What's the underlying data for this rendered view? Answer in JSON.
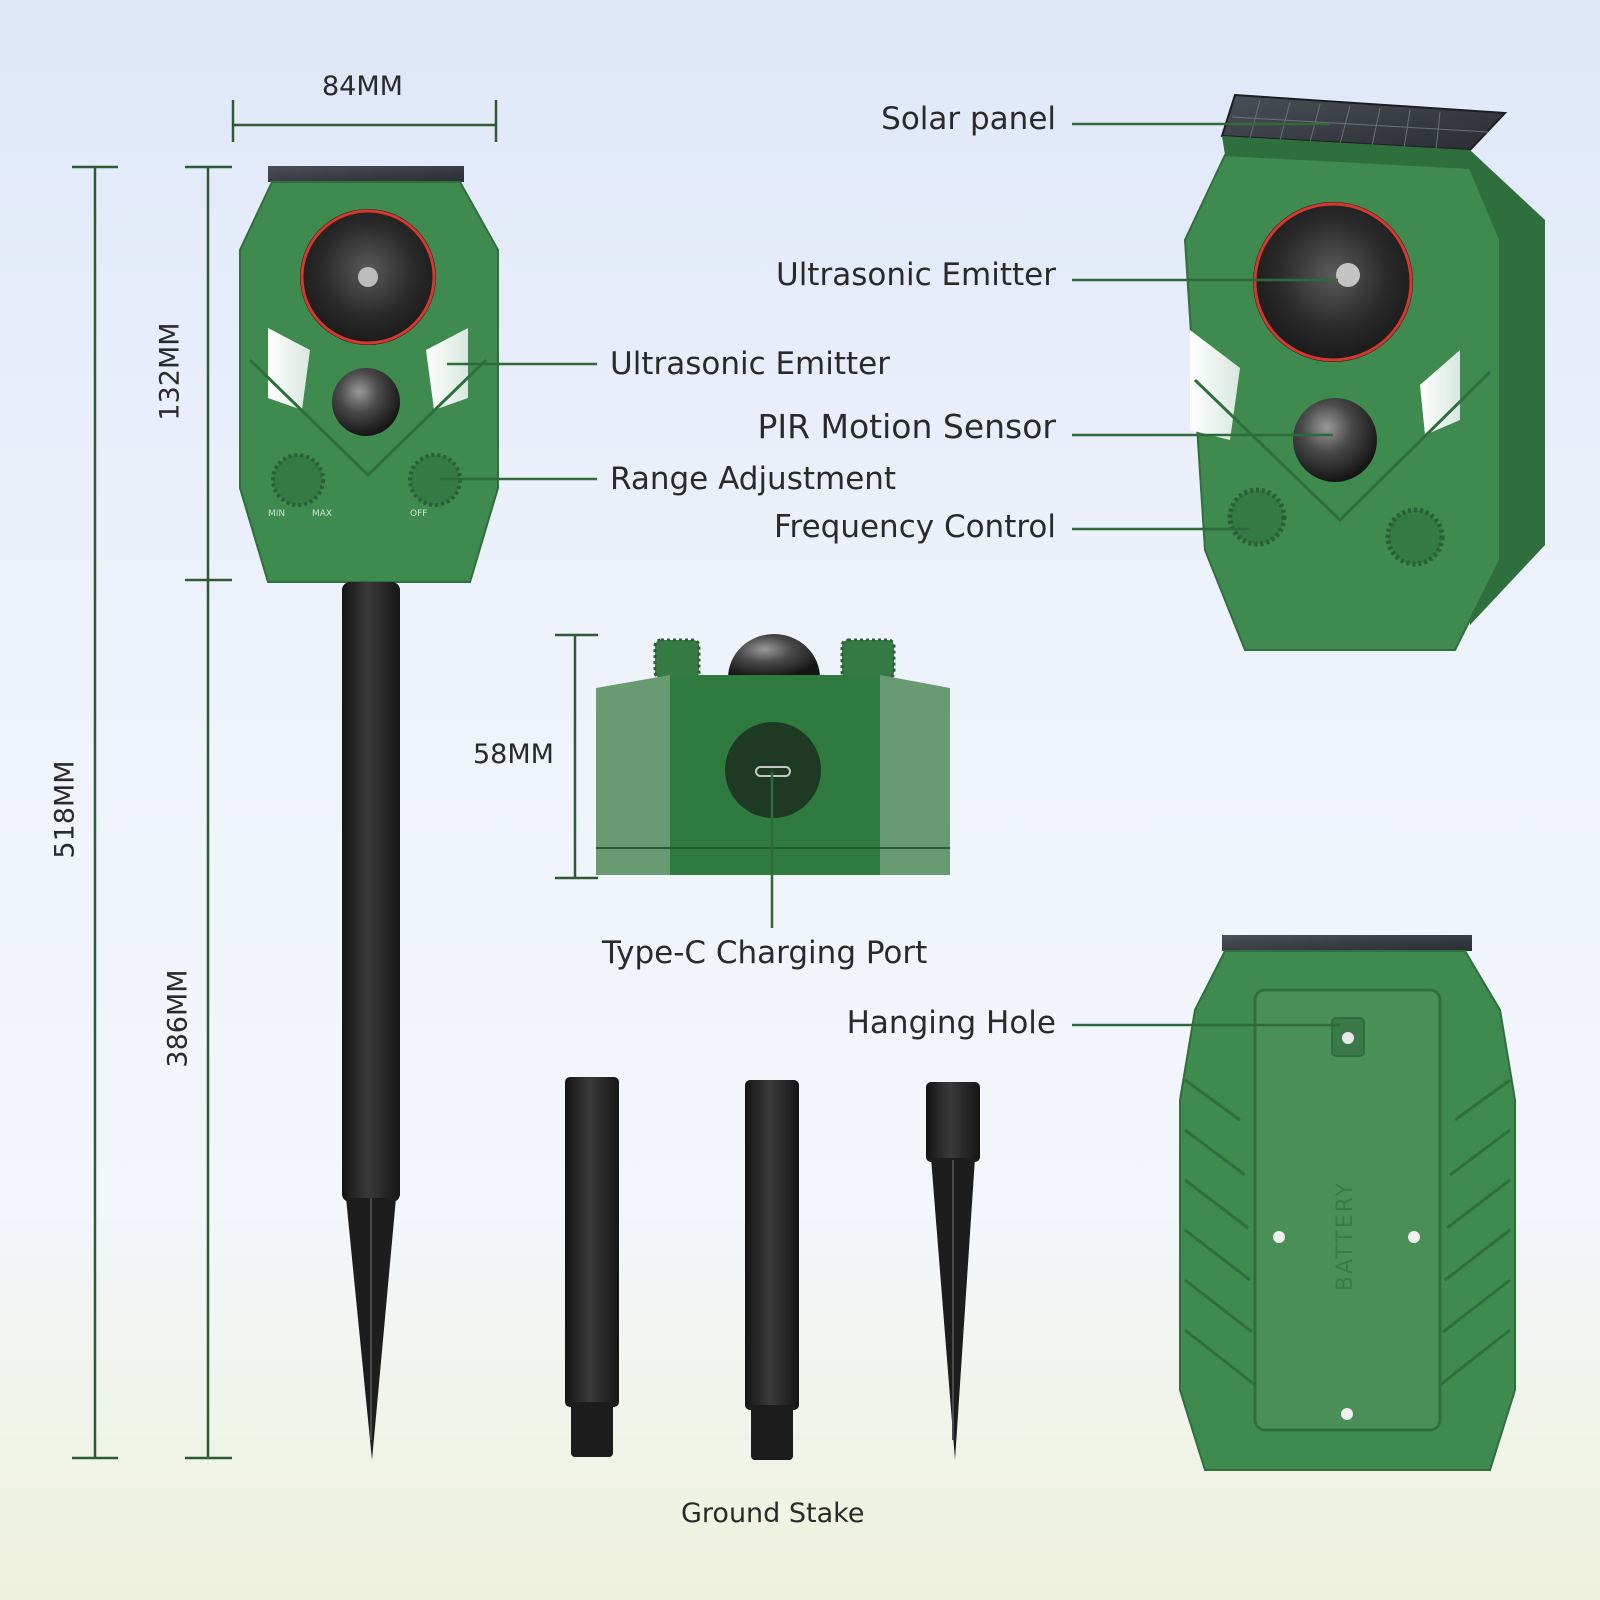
{
  "dimensions": {
    "width": "84MM",
    "total_height": "518MM",
    "head_height": "132MM",
    "stake_height": "386MM",
    "base_height": "58MM"
  },
  "labels": {
    "solar_panel": "Solar panel",
    "ultrasonic_emitter_right": "Ultrasonic Emitter",
    "pir_motion_sensor": "PIR Motion Sensor",
    "frequency_control": "Frequency Control",
    "ultrasonic_emitter_left": "Ultrasonic Emitter",
    "range_adjustment": "Range Adjustment",
    "type_c_port": "Type-C Charging Port",
    "hanging_hole": "Hanging Hole",
    "ground_stake": "Ground Stake"
  },
  "device_text": {
    "battery": "BATTERY",
    "min": "MIN",
    "max": "MAX",
    "off": "OFF"
  },
  "colors": {
    "device_green": "#3f8a4e",
    "device_dark_green": "#2f6f3e",
    "leader_line": "#2f6a3a",
    "stake": "#1f1f1f",
    "emitter_ring": "#d9362f"
  }
}
